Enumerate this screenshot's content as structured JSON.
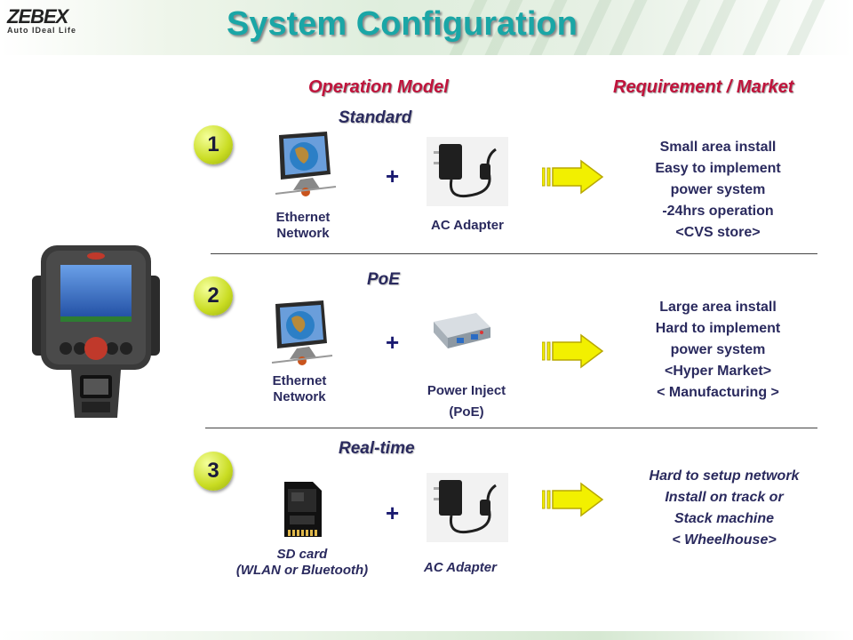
{
  "header": {
    "logo_main": "ZEBEX",
    "logo_sub": "Auto IDeal Life",
    "title": "System Configuration"
  },
  "columns": {
    "operation": "Operation Model",
    "requirement": "Requirement / Market"
  },
  "sections": [
    {
      "number": "1",
      "title": "Standard",
      "left_label": [
        "Ethernet",
        "Network"
      ],
      "right_label": [
        "AC Adapter"
      ],
      "plus": "+",
      "requirements": [
        "Small area install",
        "Easy to implement",
        "power system",
        "-24hrs operation",
        "<CVS store>"
      ]
    },
    {
      "number": "2",
      "title": "PoE",
      "left_label": [
        "Ethernet",
        "Network"
      ],
      "right_label": [
        "Power Inject",
        "(PoE)"
      ],
      "plus": "+",
      "requirements": [
        "Large area install",
        "Hard to implement",
        "power system",
        "<Hyper Market>",
        "< Manufacturing >"
      ]
    },
    {
      "number": "3",
      "title": "Real-time",
      "left_label": [
        "SD card",
        "(WLAN or Bluetooth)"
      ],
      "right_label": [
        "AC Adapter"
      ],
      "plus": "+",
      "requirements": [
        "Hard to setup network",
        "Install on track or",
        "Stack machine",
        "< Wheelhouse>"
      ]
    }
  ],
  "colors": {
    "title": "#1aa6a6",
    "column_heading": "#c0143c",
    "text": "#2a2a5e",
    "badge": "#c9dc22",
    "arrow": "#f2f000"
  },
  "icons": [
    "computer-monitor-icon",
    "ac-adapter-icon",
    "poe-injector-icon",
    "sd-card-icon",
    "arrow-right-icon",
    "terminal-device-icon"
  ]
}
